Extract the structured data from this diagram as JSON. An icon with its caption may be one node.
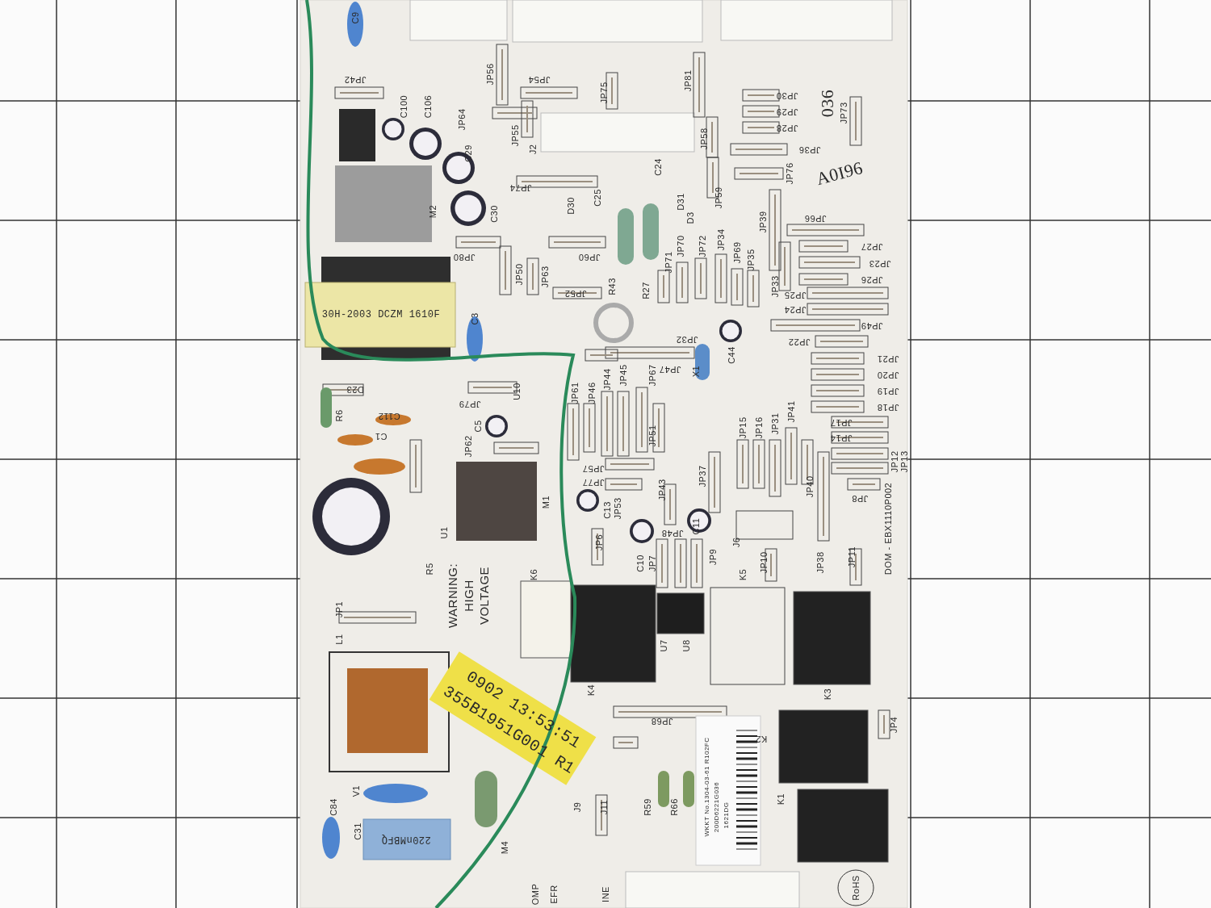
{
  "diagram": {
    "labels": [
      "C9",
      "JP42",
      "C100",
      "C106",
      "JP64",
      "C29",
      "M2",
      "C30",
      "JP80",
      "JP50",
      "JP63",
      "JP60",
      "JP56",
      "JP54",
      "JP55",
      "J2",
      "JP74",
      "D30",
      "C25",
      "JP75",
      "JP81",
      "JP58",
      "C24",
      "D31",
      "D3",
      "JP59",
      "JP30",
      "JP29",
      "JP28",
      "JP36",
      "036",
      "A0I96",
      "JP73",
      "JP76",
      "JP39",
      "JP66",
      "JP27",
      "JP23",
      "JP26",
      "JP33",
      "JP25",
      "JP24",
      "JP49",
      "JP22",
      "JP21",
      "JP20",
      "JP19",
      "JP18",
      "JP17",
      "JP14",
      "JP12",
      "JP13",
      "JP8",
      "DOM - EBX1110P002",
      "JP11",
      "JP38",
      "JP40",
      "JP15",
      "JP16",
      "JP31",
      "JP41",
      "JP37",
      "J6",
      "JP10",
      "K5",
      "JP9",
      "C11",
      "JP48",
      "JP7",
      "C10",
      "JP43",
      "JP53",
      "C13",
      "JP6",
      "JP77",
      "JP57",
      "JP51",
      "JP67",
      "JP45",
      "JP44",
      "JP46",
      "JP61",
      "JP47",
      "X1",
      "C44",
      "JP32",
      "JP70",
      "JP71",
      "JP72",
      "JP34",
      "JP69",
      "JP35",
      "R43",
      "R27",
      "JP52",
      "30H-2003 DCZM 1610F",
      "C3",
      "U10",
      "JP79",
      "D23",
      "R6",
      "C112",
      "C1",
      "C5",
      "JP62",
      "M1",
      "U1",
      "R5",
      "WARNING: HIGH VOLTAGE",
      "K6",
      "U7",
      "U8",
      "K4",
      "JP1",
      "L1",
      "JP68",
      "K2",
      "K3",
      "JP4",
      "K1",
      "0902 13:53:51",
      "355B1951G001 R1",
      "V1",
      "C84",
      "C31",
      "220nMBFQ",
      "M4",
      "J9",
      "J11",
      "R59",
      "R66",
      "WKKT No.1304-03-61 R102FC",
      "200D6221G036",
      "1621DG",
      "RoHS",
      "OMP",
      "EFR",
      "INE"
    ]
  }
}
